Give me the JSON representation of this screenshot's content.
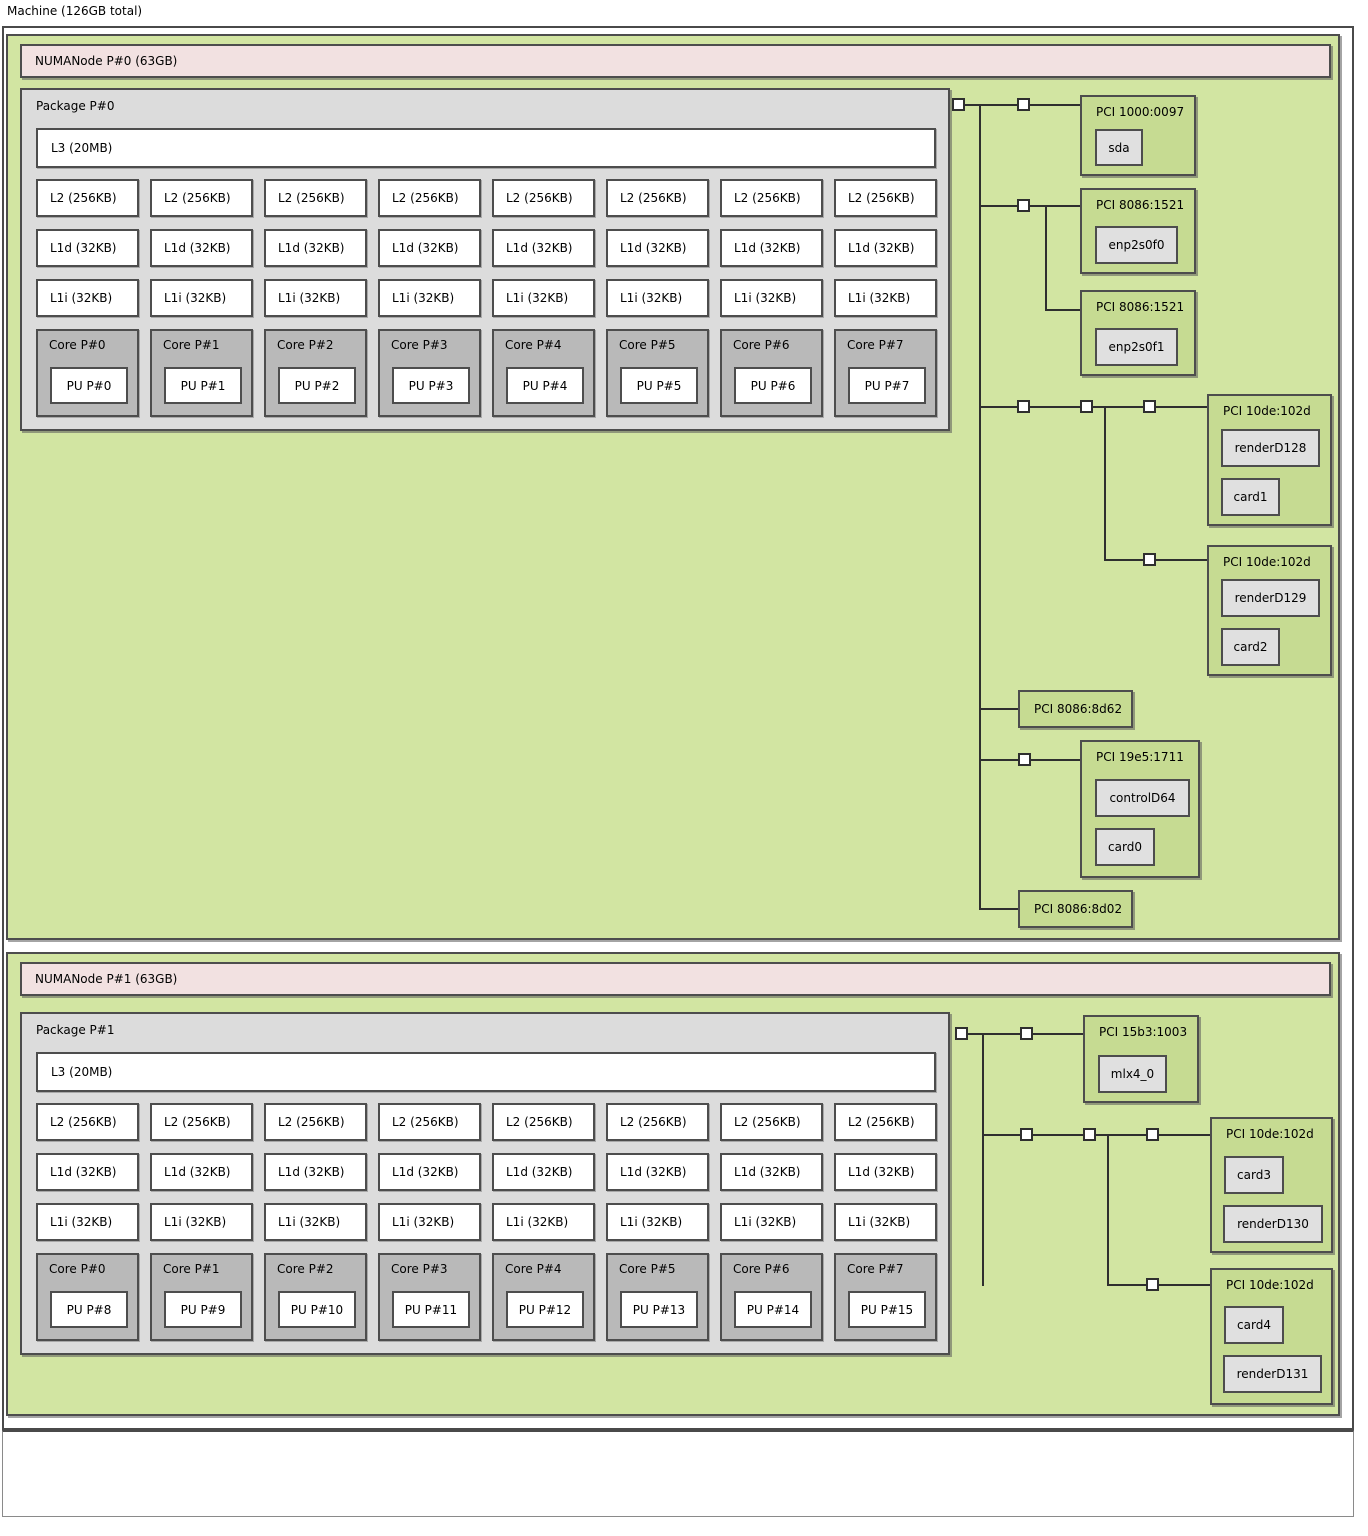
{
  "machine": {
    "label": "Machine (126GB total)"
  },
  "colors": {
    "numa_green": "#d2e5a2",
    "pci_green": "#c6db92",
    "memory_pink": "#f2e1e1",
    "package_gray": "#dcdcdc",
    "core_gray": "#b9b9b9",
    "device_gray": "#e0e0e0",
    "border": "#4d4d4d"
  },
  "numa": [
    {
      "label": "NUMANode P#0 (63GB)",
      "package": {
        "label": "Package P#0",
        "l3": "L3 (20MB)",
        "l2": [
          "L2 (256KB)",
          "L2 (256KB)",
          "L2 (256KB)",
          "L2 (256KB)",
          "L2 (256KB)",
          "L2 (256KB)",
          "L2 (256KB)",
          "L2 (256KB)"
        ],
        "l1d": [
          "L1d (32KB)",
          "L1d (32KB)",
          "L1d (32KB)",
          "L1d (32KB)",
          "L1d (32KB)",
          "L1d (32KB)",
          "L1d (32KB)",
          "L1d (32KB)"
        ],
        "l1i": [
          "L1i (32KB)",
          "L1i (32KB)",
          "L1i (32KB)",
          "L1i (32KB)",
          "L1i (32KB)",
          "L1i (32KB)",
          "L1i (32KB)",
          "L1i (32KB)"
        ],
        "cores": [
          {
            "label": "Core P#0",
            "pu": "PU P#0"
          },
          {
            "label": "Core P#1",
            "pu": "PU P#1"
          },
          {
            "label": "Core P#2",
            "pu": "PU P#2"
          },
          {
            "label": "Core P#3",
            "pu": "PU P#3"
          },
          {
            "label": "Core P#4",
            "pu": "PU P#4"
          },
          {
            "label": "Core P#5",
            "pu": "PU P#5"
          },
          {
            "label": "Core P#6",
            "pu": "PU P#6"
          },
          {
            "label": "Core P#7",
            "pu": "PU P#7"
          }
        ]
      },
      "pci_devices": [
        {
          "label": "PCI 1000:0097",
          "children": [
            "sda"
          ]
        },
        {
          "label": "PCI 8086:1521",
          "children": [
            "enp2s0f0"
          ]
        },
        {
          "label": "PCI 8086:1521",
          "children": [
            "enp2s0f1"
          ]
        },
        {
          "label": "PCI 10de:102d",
          "children": [
            "renderD128",
            "card1"
          ]
        },
        {
          "label": "PCI 10de:102d",
          "children": [
            "renderD129",
            "card2"
          ]
        },
        {
          "label": "PCI 8086:8d62",
          "children": []
        },
        {
          "label": "PCI 19e5:1711",
          "children": [
            "controlD64",
            "card0"
          ]
        },
        {
          "label": "PCI 8086:8d02",
          "children": []
        }
      ]
    },
    {
      "label": "NUMANode P#1 (63GB)",
      "package": {
        "label": "Package P#1",
        "l3": "L3 (20MB)",
        "l2": [
          "L2 (256KB)",
          "L2 (256KB)",
          "L2 (256KB)",
          "L2 (256KB)",
          "L2 (256KB)",
          "L2 (256KB)",
          "L2 (256KB)",
          "L2 (256KB)"
        ],
        "l1d": [
          "L1d (32KB)",
          "L1d (32KB)",
          "L1d (32KB)",
          "L1d (32KB)",
          "L1d (32KB)",
          "L1d (32KB)",
          "L1d (32KB)",
          "L1d (32KB)"
        ],
        "l1i": [
          "L1i (32KB)",
          "L1i (32KB)",
          "L1i (32KB)",
          "L1i (32KB)",
          "L1i (32KB)",
          "L1i (32KB)",
          "L1i (32KB)",
          "L1i (32KB)"
        ],
        "cores": [
          {
            "label": "Core P#0",
            "pu": "PU P#8"
          },
          {
            "label": "Core P#1",
            "pu": "PU P#9"
          },
          {
            "label": "Core P#2",
            "pu": "PU P#10"
          },
          {
            "label": "Core P#3",
            "pu": "PU P#11"
          },
          {
            "label": "Core P#4",
            "pu": "PU P#12"
          },
          {
            "label": "Core P#5",
            "pu": "PU P#13"
          },
          {
            "label": "Core P#6",
            "pu": "PU P#14"
          },
          {
            "label": "Core P#7",
            "pu": "PU P#15"
          }
        ]
      },
      "pci_devices": [
        {
          "label": "PCI 15b3:1003",
          "children": [
            "mlx4_0"
          ]
        },
        {
          "label": "PCI 10de:102d",
          "children": [
            "card3",
            "renderD130"
          ]
        },
        {
          "label": "PCI 10de:102d",
          "children": [
            "card4",
            "renderD131"
          ]
        }
      ]
    }
  ]
}
